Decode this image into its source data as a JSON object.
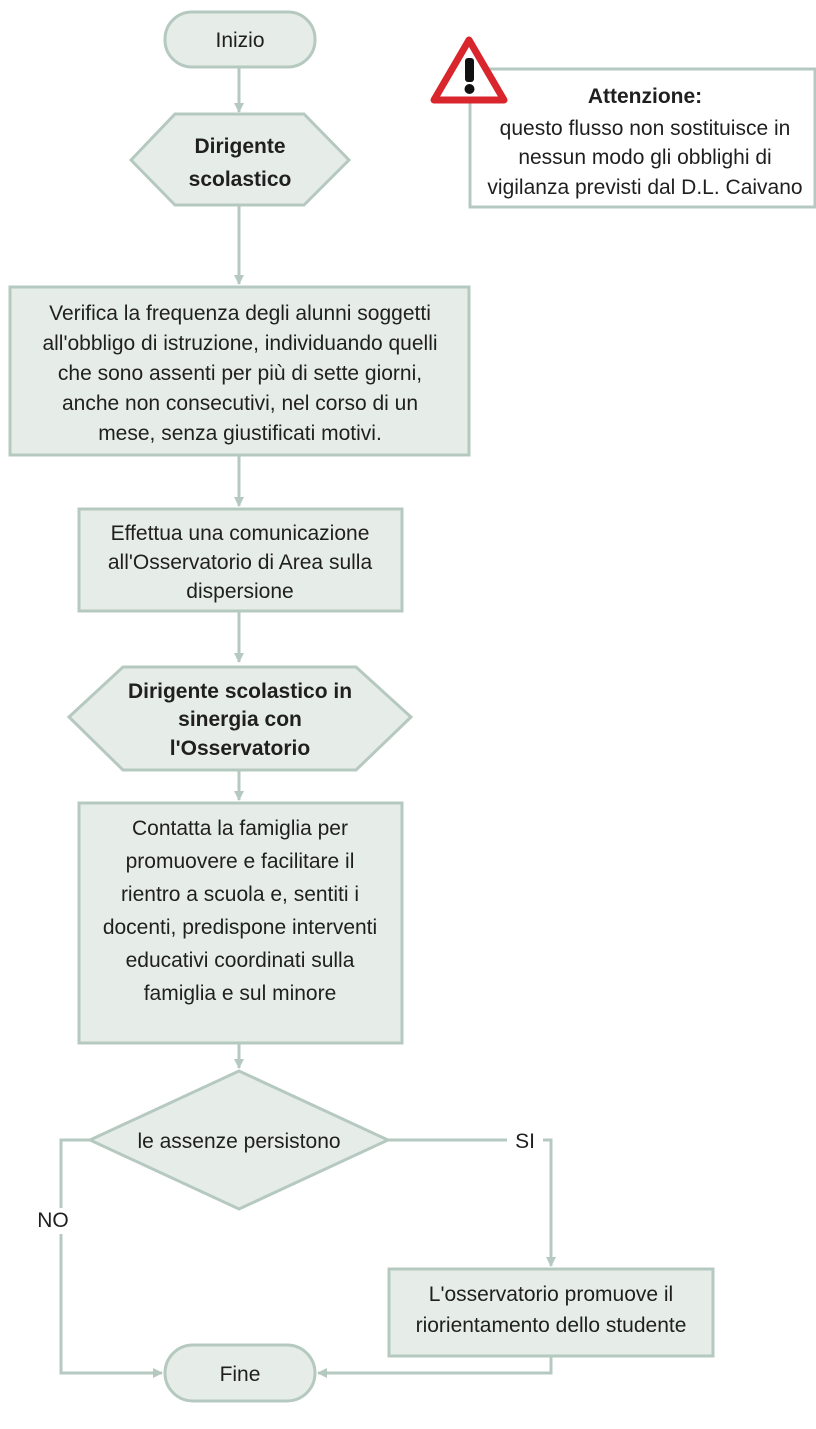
{
  "diagram": {
    "start_label": "Inizio",
    "dirigente_label": [
      "Dirigente",
      "scolastico"
    ],
    "verifica_text": [
      "Verifica la frequenza degli alunni soggetti",
      "all'obbligo di istruzione, individuando quelli",
      "che sono assenti per più di sette giorni,",
      "anche non consecutivi, nel corso di un",
      "mese, senza giustificati motivi."
    ],
    "comunicazione_text": [
      "Effettua una comunicazione",
      "all'Osservatorio di Area sulla",
      "dispersione"
    ],
    "sinergia_label": [
      "Dirigente scolastico in",
      "sinergia con",
      "l'Osservatorio"
    ],
    "contatta_text": [
      "Contatta la famiglia per",
      "promuovere e facilitare il",
      "rientro a scuola e, sentiti i",
      "docenti, predispone interventi",
      "educativi coordinati sulla",
      "famiglia e sul minore"
    ],
    "decision_label": "le assenze persistono",
    "yes_label": "SI",
    "no_label": "NO",
    "riorientamento_text": [
      "L'osservatorio promuove il",
      "riorientamento dello studente"
    ],
    "end_label": "Fine"
  },
  "warning": {
    "title": "Attenzione:",
    "lines": [
      "questo flusso non sostituisce in",
      "nessun modo gli obblighi di",
      "vigilanza previsti dal D.L. Caivano"
    ]
  },
  "colors": {
    "node_fill": "#e6ece8",
    "node_stroke": "#b5c9c0",
    "connector": "#b5c9c0",
    "warning_red": "#d9262c"
  }
}
